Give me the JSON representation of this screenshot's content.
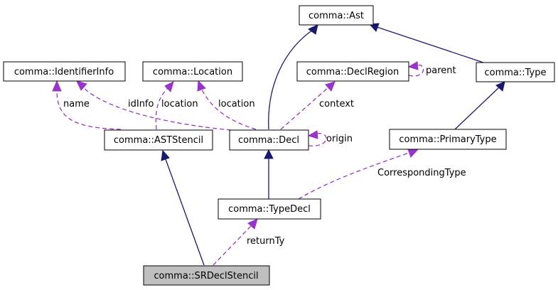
{
  "nodes": {
    "ast": "comma::Ast",
    "identifier_info": "comma::IdentifierInfo",
    "location": "comma::Location",
    "decl_region": "comma::DeclRegion",
    "type": "comma::Type",
    "ast_stencil": "comma::ASTStencil",
    "decl": "comma::Decl",
    "primary_type": "comma::PrimaryType",
    "type_decl": "comma::TypeDecl",
    "sr_decl_stencil": "comma::SRDeclStencil"
  },
  "edge_labels": {
    "parent": "parent",
    "name": "name",
    "id_info": "idInfo",
    "location_stencil": "location",
    "location_decl": "location",
    "context": "context",
    "origin": "origin",
    "corresponding_type": "CorrespondingType",
    "return_ty": "returnTy"
  },
  "colors": {
    "inheritance": "#191970",
    "usage": "#9a32cd",
    "highlight_fill": "#bfbfbf"
  }
}
